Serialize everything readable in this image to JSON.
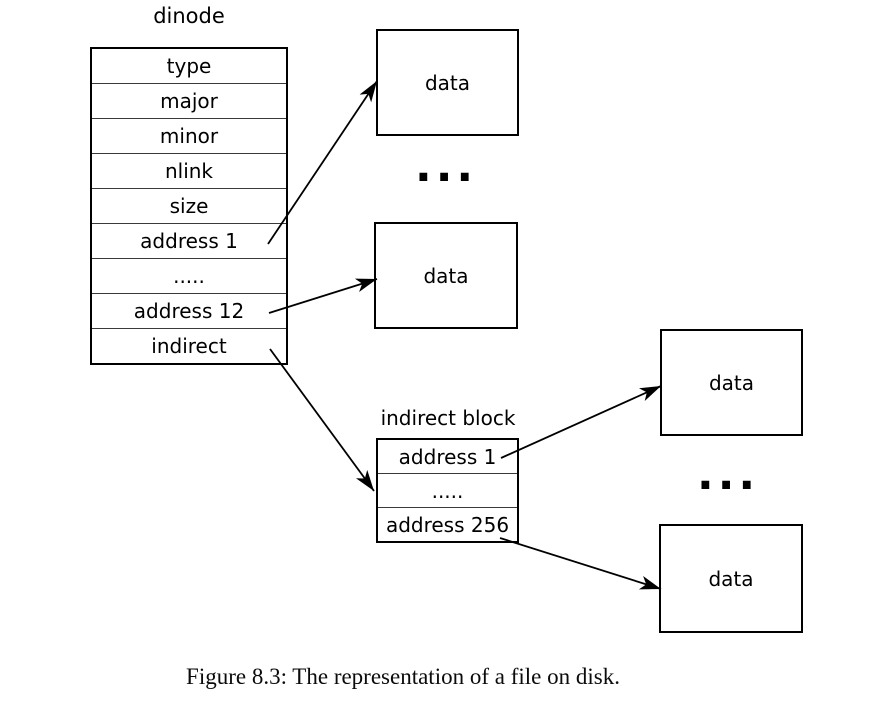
{
  "dinode": {
    "title": "dinode",
    "rows": [
      "type",
      "major",
      "minor",
      "nlink",
      "size",
      "address 1",
      ".....",
      "address 12",
      "indirect"
    ]
  },
  "indirect_block": {
    "title": "indirect block",
    "rows": [
      "address 1",
      ".....",
      "address 256"
    ]
  },
  "data_boxes": [
    "data",
    "data",
    "data",
    "data"
  ],
  "ellipses": [
    "...",
    "..."
  ],
  "caption": "Figure 8.3: The representation of a file on disk.",
  "colors": {
    "line": "#000000",
    "background": "#ffffff",
    "text": "#000000"
  }
}
